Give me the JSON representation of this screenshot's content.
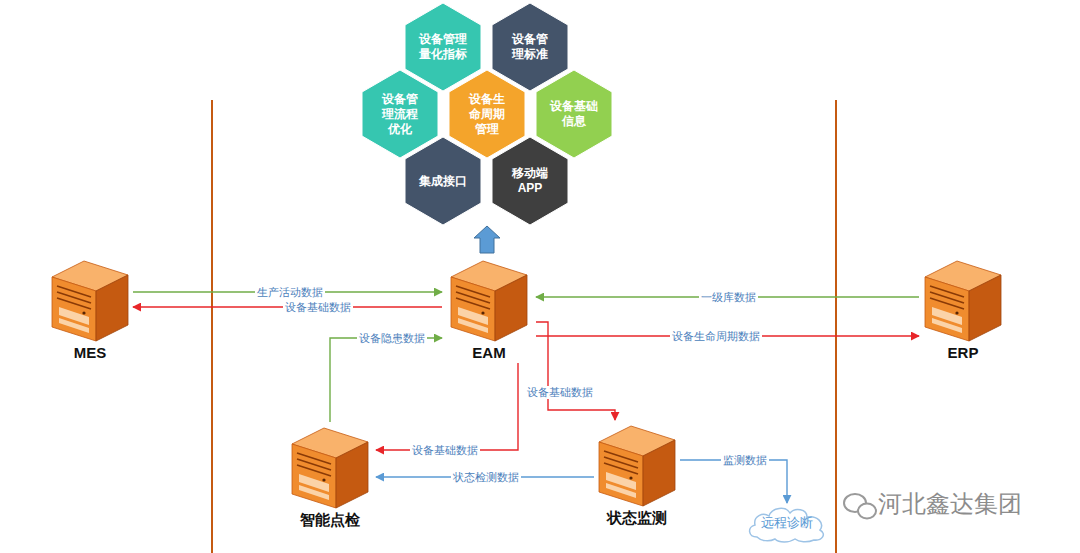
{
  "diagram": {
    "nodes": [
      {
        "text": [
          "设备管理 量化指标"
        ]
      },
      {
        "text": [
          "设备管 理标准"
        ]
      },
      {
        "text": [
          "设备管 理流程 优化"
        ]
      },
      {
        "text": [
          "设备生 命周期 管理"
        ]
      },
      {
        "text": [
          "设备基础 信息"
        ]
      },
      {
        "text": [
          "集成接口"
        ]
      },
      {
        "text": [
          "移动端 APP"
        ]
      },
      {
        "text": [
          "MES"
        ]
      },
      {
        "text": [
          "EAM"
        ]
      },
      {
        "text": [
          "ERP"
        ]
      },
      {
        "text": [
          "智能点检"
        ]
      },
      {
        "text": [
          "状态监测"
        ]
      },
      {
        "text": [
          "远程诊断"
        ]
      }
    ],
    "edges": [
      {
        "from": 7,
        "to": 8,
        "label": "生产活动数据",
        "arrow": "to"
      },
      {
        "from": 8,
        "to": 7,
        "label": "设备基础数据",
        "arrow": "to"
      },
      {
        "from": 9,
        "to": 8,
        "label": "一级库数据",
        "arrow": "to"
      },
      {
        "from": 8,
        "to": 9,
        "label": "设备生命周期数据",
        "arrow": "to"
      },
      {
        "from": 10,
        "to": 8,
        "label": "设备隐患数据",
        "arrow": "to"
      },
      {
        "from": 8,
        "to": 10,
        "label": "设备基础数据",
        "arrow": "to"
      },
      {
        "from": 8,
        "to": 11,
        "label": "设备基础数据",
        "arrow": "to"
      },
      {
        "from": 11,
        "to": 10,
        "label": "状态检测数据",
        "arrow": "to"
      },
      {
        "from": 11,
        "to": 12,
        "label": "监测数据",
        "arrow": "to"
      }
    ],
    "labels": [
      "河北鑫达集团"
    ]
  }
}
